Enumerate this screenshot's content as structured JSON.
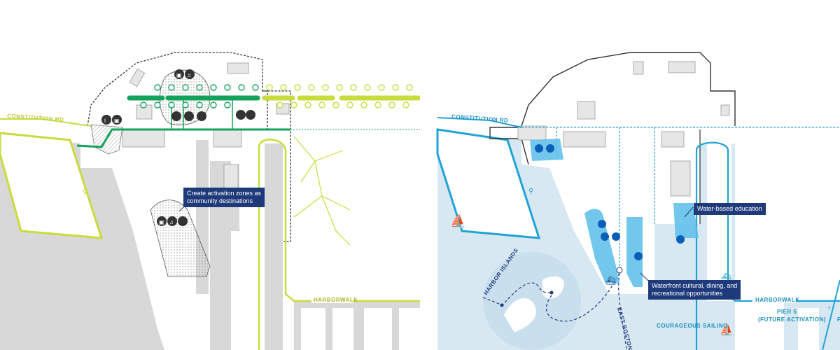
{
  "left_map": {
    "labels": {
      "constitution_rd": "CONSTITUTION RD",
      "harborwalk": "HARBORWALK"
    },
    "callout_activation": "Create activation zones as\ncommunity destinations",
    "colors": {
      "path_green": "#12a25a",
      "path_lime": "#c8dc3c",
      "water_gray": "#d6d6d6",
      "boundary": "#333333"
    }
  },
  "right_map": {
    "labels": {
      "constitution_rd": "CONSTITUTION RD",
      "harborwalk": "HARBORWALK",
      "harbor_islands": "HARBOR ISLANDS",
      "east_boston": "EAST BOSTON",
      "courageous_sailing": "COURAGEOUS SAILING",
      "pier5": "PIER 5",
      "pier5_sub": "(FUTURE ACTIVATION)"
    },
    "callout_education": "Water-based education",
    "callout_waterfront": "Waterfront cultural, dining, and\nrecreational opportunities",
    "colors": {
      "route_blue": "#1fa3d6",
      "water_blue": "#d7e8f3",
      "zone_blue": "#5bbdea",
      "callout_navy": "#1f3a7a"
    }
  }
}
